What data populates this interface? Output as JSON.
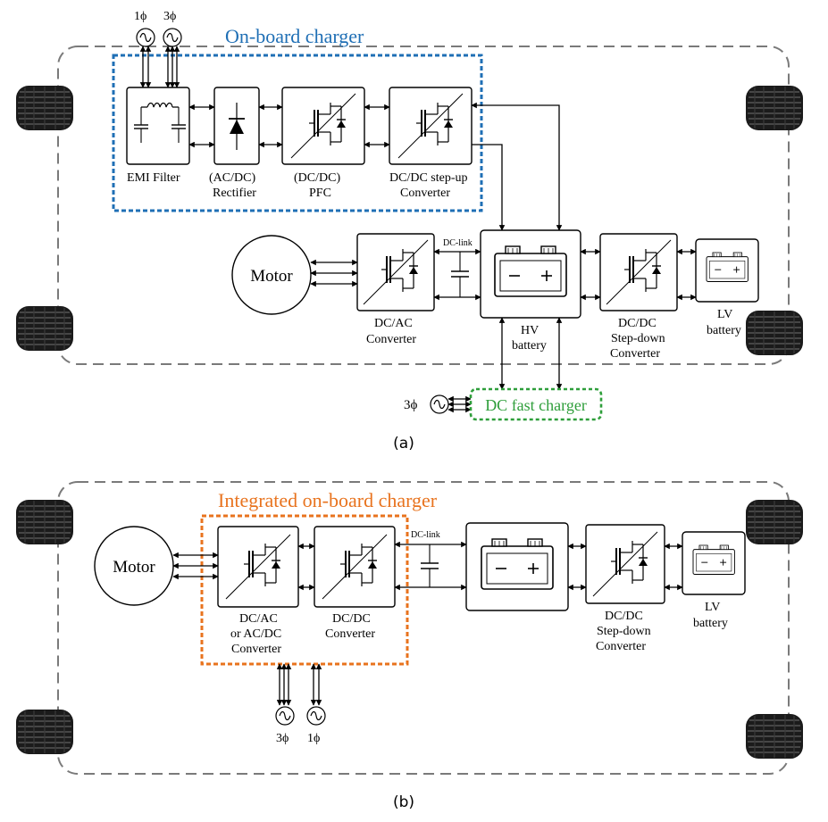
{
  "diagram_a": {
    "title": "On-board charger",
    "sources_top": [
      "1ϕ",
      "3ϕ"
    ],
    "blocks": {
      "emi": "EMI Filter",
      "rect_1": "(AC/DC)",
      "rect_2": "Rectifier",
      "pfc_1": "(DC/DC)",
      "pfc_2": "PFC",
      "stepup_1": "DC/DC step-up",
      "stepup_2": "Converter",
      "motor": "Motor",
      "dcac_1": "DC/AC",
      "dcac_2": "Converter",
      "dclink": "DC-link",
      "hv_1": "HV",
      "hv_2": "battery",
      "stepdown_1": "DC/DC",
      "stepdown_2": "Step-down",
      "stepdown_3": "Converter",
      "lv_1": "LV",
      "lv_2": "battery"
    },
    "fast_source": "3ϕ",
    "fast_charger": "DC fast charger",
    "caption": "(a)"
  },
  "diagram_b": {
    "title": "Integrated on-board charger",
    "blocks": {
      "motor": "Motor",
      "dcac_1": "DC/AC",
      "dcac_2": "or AC/DC",
      "dcac_3": "Converter",
      "dcdc_1": "DC/DC",
      "dcdc_2": "Converter",
      "dclink": "DC-link",
      "stepdown_1": "DC/DC",
      "stepdown_2": "Step-down",
      "stepdown_3": "Converter",
      "lv_1": "LV",
      "lv_2": "battery"
    },
    "sources_bottom": [
      "3ϕ",
      "1ϕ"
    ],
    "caption": "(b)"
  },
  "colors": {
    "onboard_blue": "#1f6fb5",
    "integrated_orange": "#e8731e",
    "fast_green": "#2e9e3a",
    "chassis_gray": "#7a7a7a"
  }
}
